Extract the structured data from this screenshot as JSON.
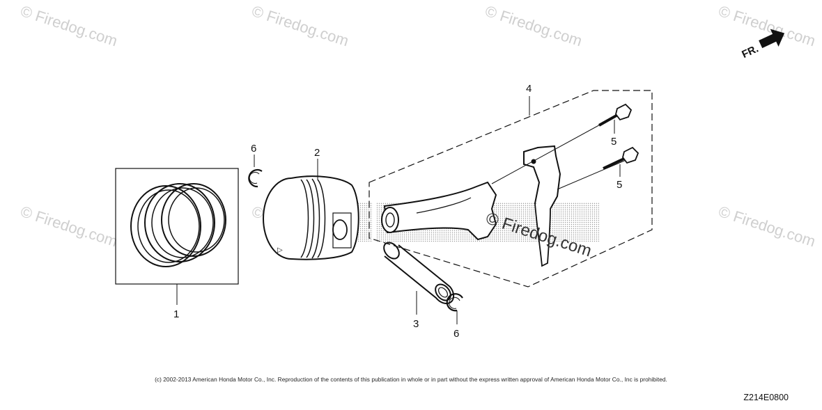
{
  "diagram": {
    "callouts": {
      "piston_rings": "1",
      "piston": "2",
      "piston_pin": "3",
      "connecting_rod_set": "4",
      "bolt_upper": "5",
      "bolt_lower": "5",
      "clip_upper": "6",
      "clip_lower": "6"
    },
    "front_indicator": "FR.",
    "piston_mark": "▷"
  },
  "watermark": {
    "text": "© Firedog.com"
  },
  "footer": {
    "copyright": "(c) 2002-2013 American Honda Motor Co., Inc. Reproduction of the contents of this publication in whole or in part without the express written approval of American Honda Motor Co., Inc is prohibited.",
    "code": "Z214E0800"
  }
}
